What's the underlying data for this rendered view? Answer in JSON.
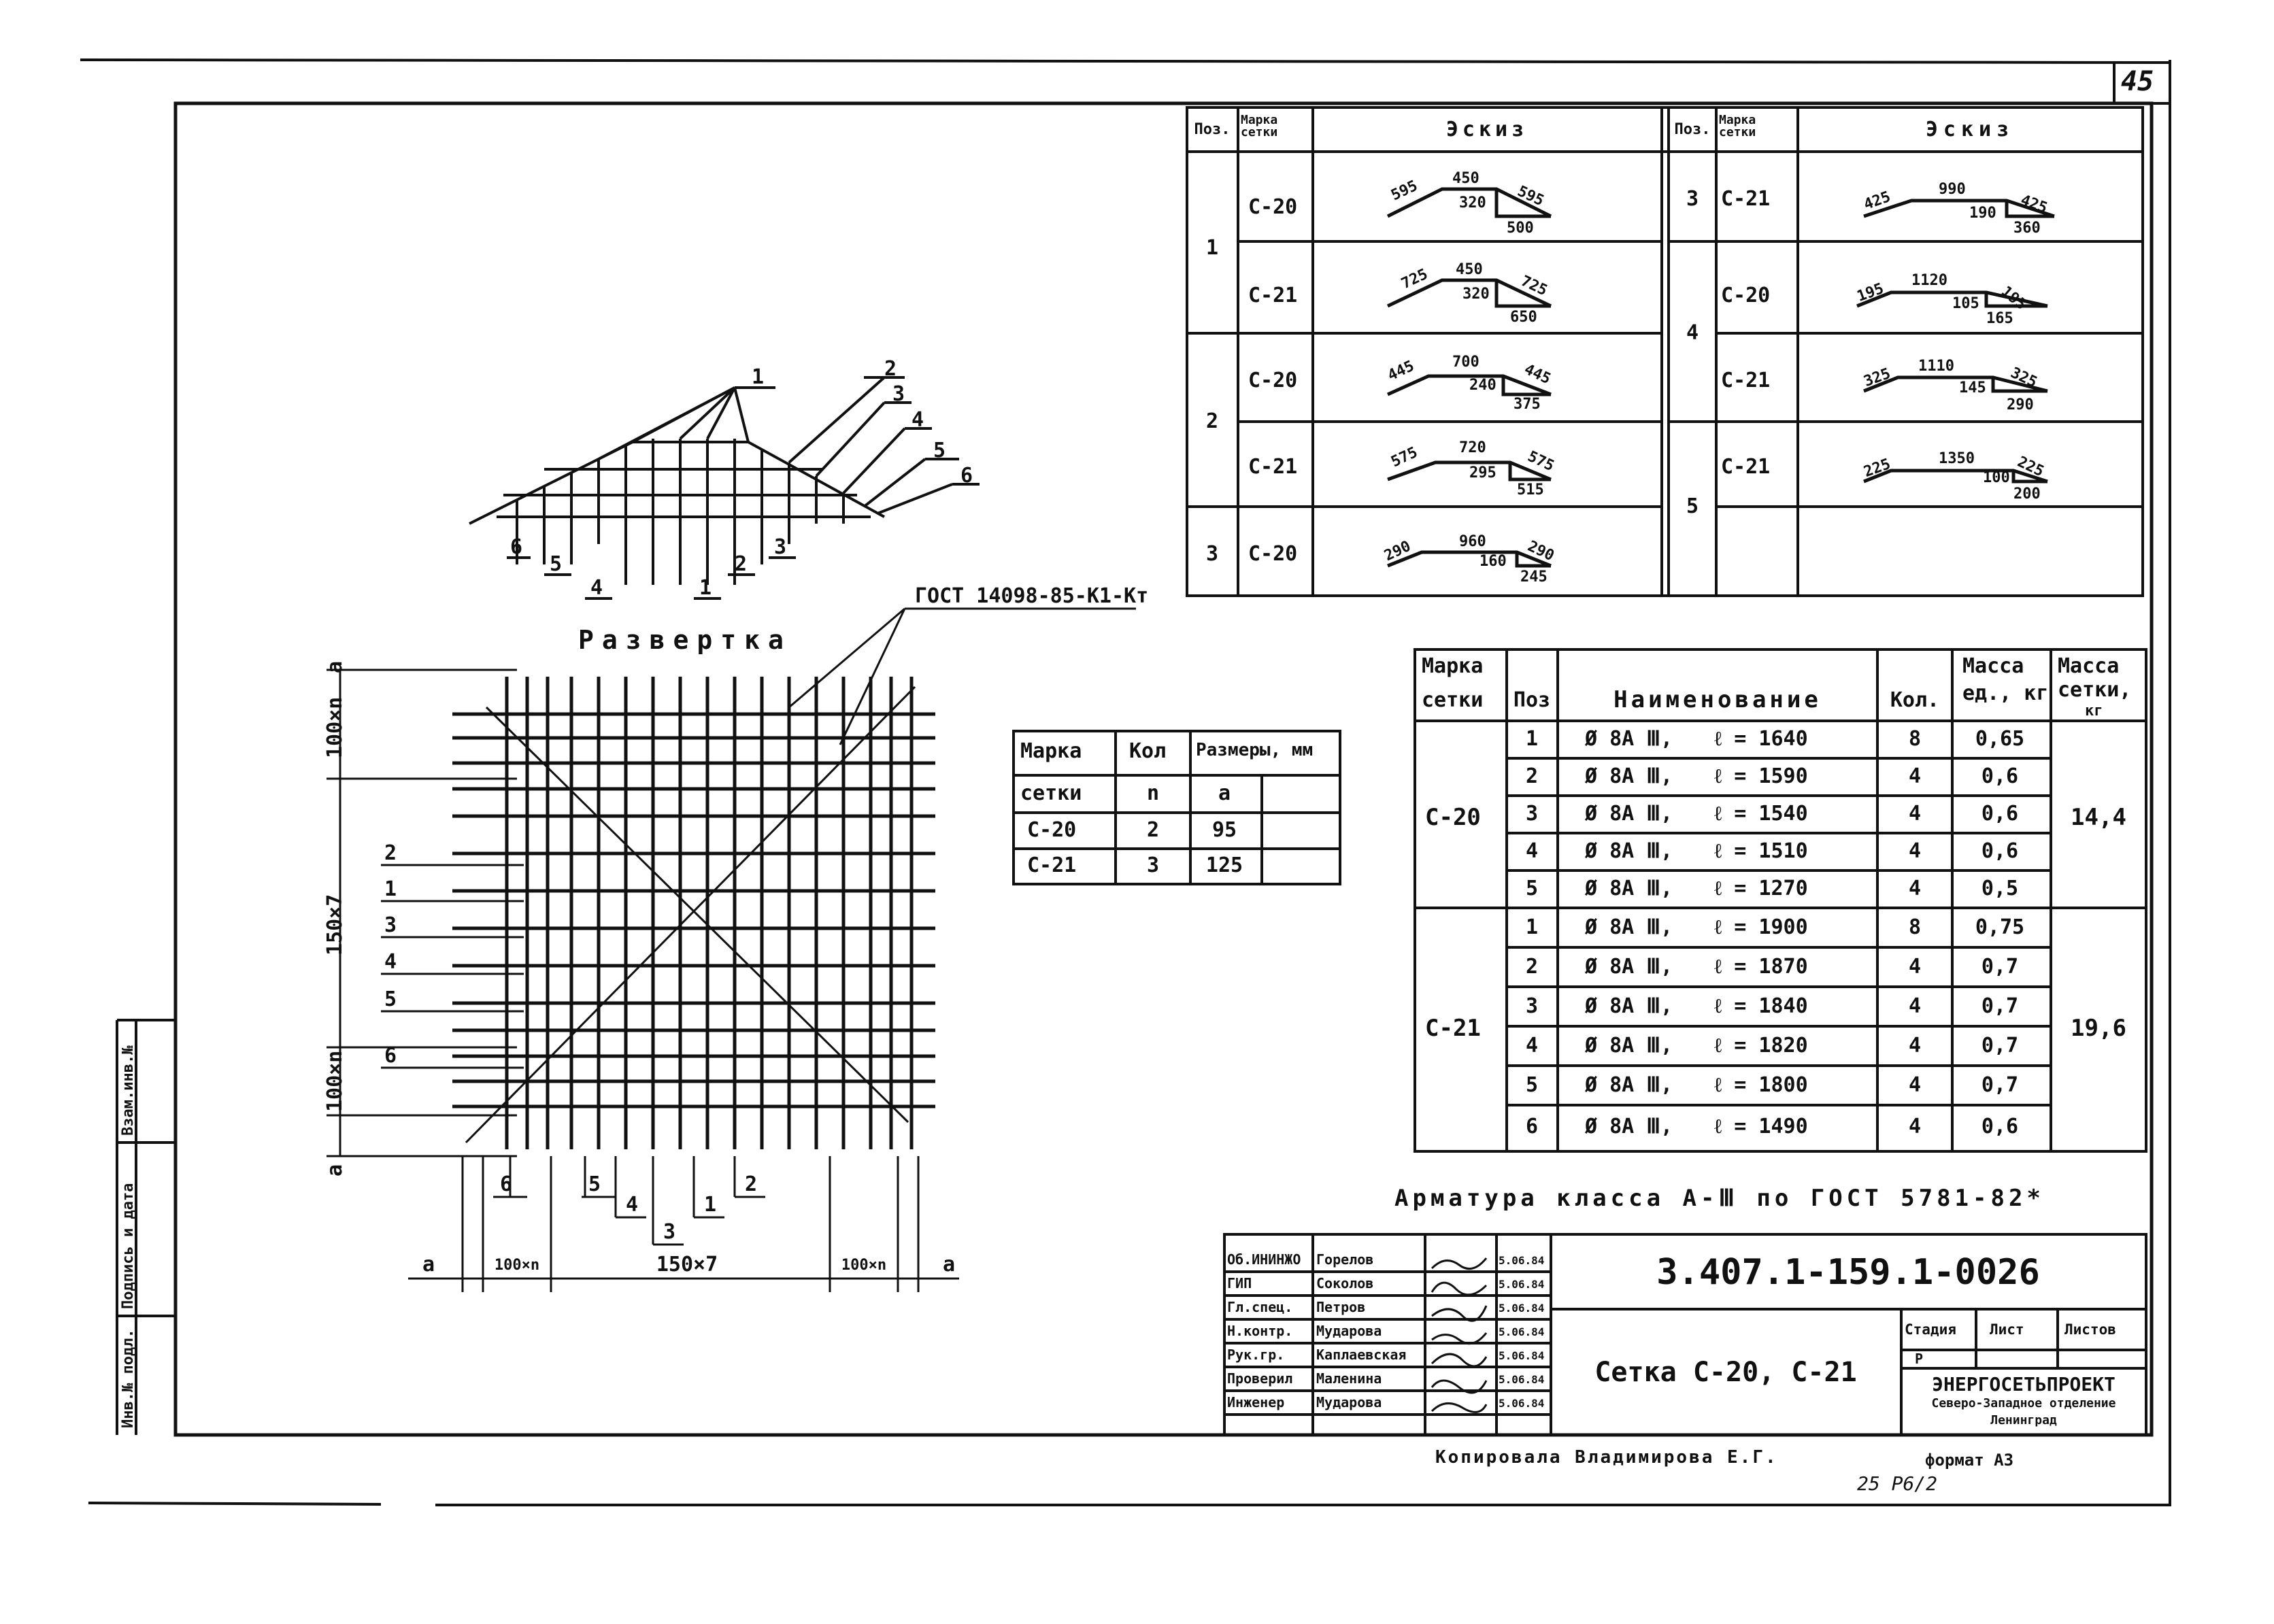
{
  "sheet": {
    "page_number": "45",
    "gost_label": "ГОСТ 14098-85-К1-Кт",
    "razvertka_title": "Развертка",
    "reinforcement_note": "Арматура класса А-Ⅲ по ГОСТ 5781-82*",
    "copied_by": "Копировала Владимирова Е.Г.",
    "format": "формат А3",
    "archive_number": "25 Р6/2"
  },
  "side_strip": {
    "inv_podl": "Инв.№ подл.",
    "podpis_data": "Подпись и дата",
    "vzam_inv": "Взам.инв.№"
  },
  "section_labels": [
    "1",
    "2",
    "3",
    "4",
    "5",
    "6"
  ],
  "left_dims": {
    "top": "100×n",
    "mid": "150×7",
    "bot": "100×n",
    "a": "а"
  },
  "row_labels": [
    "2",
    "1",
    "3",
    "4",
    "5",
    "6"
  ],
  "bottom_labels": [
    "6",
    "5",
    "4",
    "3",
    "1",
    "2"
  ],
  "bottom_dims": {
    "a": "а",
    "left": "100×n",
    "mid": "150×7",
    "right": "100×n"
  },
  "sketch_table": {
    "headers": {
      "pos": "Поз.",
      "marka": "Марка сетки",
      "eskiz": "Эскиз"
    },
    "left": [
      {
        "pos": "1",
        "marka": "С-20",
        "dims": [
          "595",
          "450",
          "595",
          "320",
          "500"
        ]
      },
      {
        "pos": "",
        "marka": "С-21",
        "dims": [
          "725",
          "450",
          "725",
          "320",
          "650"
        ]
      },
      {
        "pos": "2",
        "marka": "С-20",
        "dims": [
          "445",
          "700",
          "445",
          "240",
          "375"
        ]
      },
      {
        "pos": "",
        "marka": "С-21",
        "dims": [
          "575",
          "720",
          "575",
          "295",
          "515"
        ]
      },
      {
        "pos": "3",
        "marka": "С-20",
        "dims": [
          "290",
          "960",
          "290",
          "160",
          "245"
        ]
      }
    ],
    "right": [
      {
        "pos": "3",
        "marka": "С-21",
        "dims": [
          "425",
          "990",
          "425",
          "190",
          "360"
        ]
      },
      {
        "pos": "4",
        "marka": "С-20",
        "dims": [
          "195",
          "1120",
          "195",
          "105",
          "165"
        ]
      },
      {
        "pos": "",
        "marka": "С-21",
        "dims": [
          "325",
          "1110",
          "325",
          "145",
          "290"
        ]
      },
      {
        "pos": "5",
        "marka": "С-21",
        "dims": [
          "225",
          "1350",
          "225",
          "100",
          "200"
        ]
      },
      {
        "pos": "",
        "marka": "",
        "dims": []
      }
    ]
  },
  "sizes_table": {
    "headers": {
      "marka1": "Марка",
      "marka2": "сетки",
      "kol1": "Кол",
      "kol2": "n",
      "razm1": "Размеры, мм",
      "razm2": "а"
    },
    "rows": [
      {
        "marka": "С-20",
        "n": "2",
        "a": "95"
      },
      {
        "marka": "С-21",
        "n": "3",
        "a": "125"
      }
    ]
  },
  "spec_table": {
    "headers": {
      "marka1": "Марка",
      "marka2": "сетки",
      "pos": "Поз",
      "name": "Наименование",
      "kol": "Кол.",
      "massa_ed1": "Масса",
      "massa_ed2": "ед., кг",
      "massa_set1": "Масса",
      "massa_set2": "сетки,",
      "massa_set3": "кг"
    },
    "groups": [
      {
        "marka": "С-20",
        "massa": "14,4",
        "rows": [
          {
            "pos": "1",
            "name": "Ø 8А Ⅲ,",
            "len": "ℓ = 1640",
            "kol": "8",
            "m": "0,65"
          },
          {
            "pos": "2",
            "name": "Ø 8А Ⅲ,",
            "len": "ℓ = 1590",
            "kol": "4",
            "m": "0,6"
          },
          {
            "pos": "3",
            "name": "Ø 8А Ⅲ,",
            "len": "ℓ = 1540",
            "kol": "4",
            "m": "0,6"
          },
          {
            "pos": "4",
            "name": "Ø 8А Ⅲ,",
            "len": "ℓ = 1510",
            "kol": "4",
            "m": "0,6"
          },
          {
            "pos": "5",
            "name": "Ø 8А Ⅲ,",
            "len": "ℓ = 1270",
            "kol": "4",
            "m": "0,5"
          }
        ]
      },
      {
        "marka": "С-21",
        "massa": "19,6",
        "rows": [
          {
            "pos": "1",
            "name": "Ø 8А Ⅲ,",
            "len": "ℓ = 1900",
            "kol": "8",
            "m": "0,75"
          },
          {
            "pos": "2",
            "name": "Ø 8А Ⅲ,",
            "len": "ℓ = 1870",
            "kol": "4",
            "m": "0,7"
          },
          {
            "pos": "3",
            "name": "Ø 8А Ⅲ,",
            "len": "ℓ = 1840",
            "kol": "4",
            "m": "0,7"
          },
          {
            "pos": "4",
            "name": "Ø 8А Ⅲ,",
            "len": "ℓ = 1820",
            "kol": "4",
            "m": "0,7"
          },
          {
            "pos": "5",
            "name": "Ø 8А Ⅲ,",
            "len": "ℓ = 1800",
            "kol": "4",
            "m": "0,7"
          },
          {
            "pos": "6",
            "name": "Ø 8А Ⅲ,",
            "len": "ℓ = 1490",
            "kol": "4",
            "m": "0,6"
          }
        ]
      }
    ]
  },
  "title_block": {
    "doc_number": "3.407.1-159.1-0026",
    "title": "Сетка С-20, С-21",
    "stadia_label": "Стадия",
    "list_label": "Лист",
    "listov_label": "Листов",
    "stadia_value": "Р",
    "org1": "ЭНЕРГОСЕТЬПРОЕКТ",
    "org2": "Северо-Западное отделение",
    "org3": "Ленинград",
    "people": [
      {
        "role": "Об.ИНИНЖО",
        "name": "Горелов",
        "date": "5.06.84"
      },
      {
        "role": "ГИП",
        "name": "Соколов",
        "date": "5.06.84"
      },
      {
        "role": "Гл.спец.",
        "name": "Петров",
        "date": "5.06.84"
      },
      {
        "role": "Н.контр.",
        "name": "Мударова",
        "date": "5.06.84"
      },
      {
        "role": "Рук.гр.",
        "name": "Каплаевская",
        "date": "5.06.84"
      },
      {
        "role": "Проверил",
        "name": "Маленина",
        "date": "5.06.84"
      },
      {
        "role": "Инженер",
        "name": "Мударова",
        "date": "5.06.84"
      }
    ]
  }
}
